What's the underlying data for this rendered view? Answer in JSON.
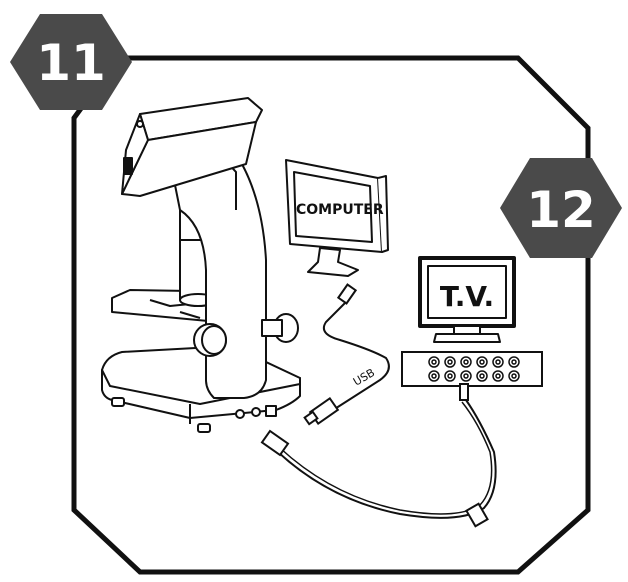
{
  "badges": {
    "left": {
      "label": "11"
    },
    "right": {
      "label": "12"
    }
  },
  "devices": {
    "computer": {
      "label": "COMPUTER"
    },
    "tv": {
      "label": "T.V."
    }
  },
  "cables": {
    "usb": {
      "label": "USB"
    }
  },
  "icons": [
    "hexagon-badge-11",
    "hexagon-badge-12",
    "microscope-icon",
    "computer-monitor-icon",
    "tv-icon",
    "av-connector-panel-icon",
    "usb-plug-icon",
    "av-plug-icon"
  ],
  "colors": {
    "badge_fill": "#4a4a4a",
    "line": "#111111",
    "background": "#ffffff"
  }
}
